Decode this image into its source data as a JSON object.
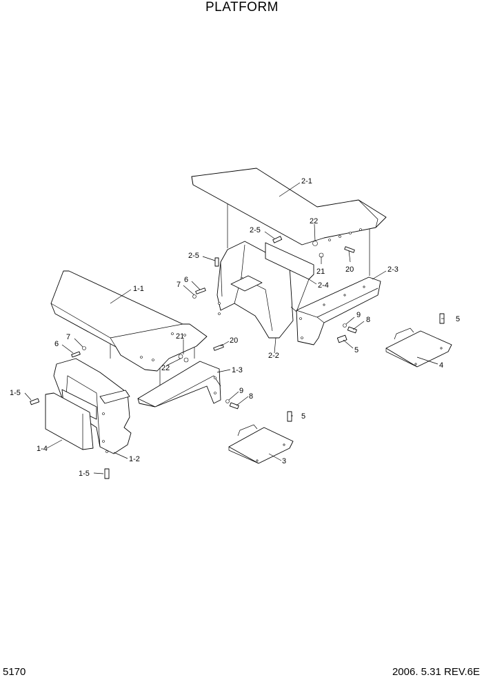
{
  "title": "PLATFORM",
  "page_number": "5170",
  "revision": "2006. 5.31  REV.6E",
  "callouts": [
    "2-1",
    "2-5",
    "22",
    "2-5",
    "20",
    "21",
    "2-3",
    "6",
    "7",
    "2-4",
    "1-1",
    "9",
    "8",
    "2-2",
    "5",
    "5",
    "7",
    "21",
    "6",
    "20",
    "4",
    "22",
    "1-3",
    "1-5",
    "9",
    "8",
    "5",
    "1-4",
    "1-2",
    "3",
    "1-5"
  ]
}
